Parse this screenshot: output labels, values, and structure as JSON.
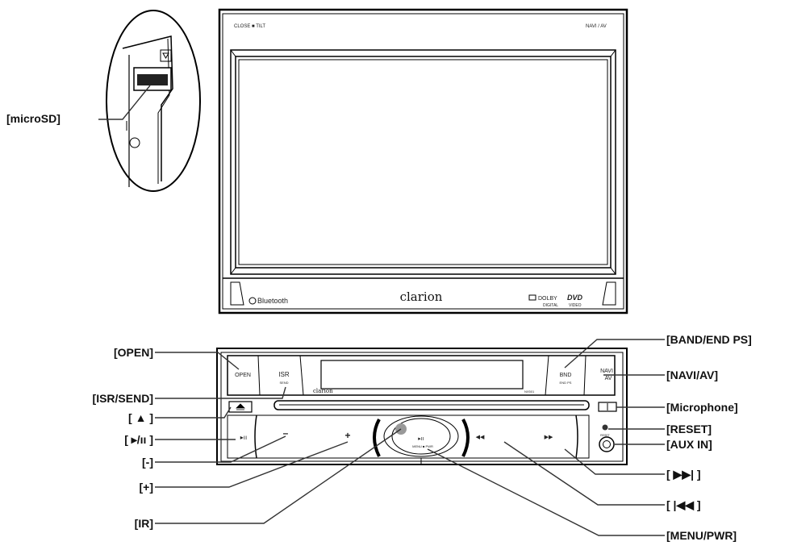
{
  "callouts": {
    "microsd": "[microSD]",
    "open": "[OPEN]",
    "isr_send": "[ISR/SEND]",
    "eject": "[ ▲ ]",
    "play_pause": "[ ▸/ıı ]",
    "minus": "[-]",
    "plus": "[+]",
    "ir": "[IR]",
    "band_end_ps": "[BAND/END PS]",
    "navi_av": "[NAVI/AV]",
    "microphone": "[Microphone]",
    "reset": "[RESET]",
    "aux_in": "[AUX IN]",
    "next_track": "[ ▶▶| ]",
    "prev_track": "[ |◀◀ ]",
    "menu_pwr": "[MENU/PWR]"
  },
  "monitor": {
    "close_tilt": "CLOSE ■ TILT",
    "navi_av": "NAVI / AV",
    "bluetooth": "Bluetooth",
    "brand": "clarion",
    "dolby_line1": "DOLBY",
    "dolby_line2": "DIGITAL",
    "dvd": "DVD",
    "dvd_sub": "VIDEO"
  },
  "panel": {
    "open": "OPEN",
    "isr": "ISR",
    "isr_sub": "SEND",
    "brand": "clarion",
    "model": "NX501",
    "bnd": "BND",
    "bnd_sub": "END PS",
    "navi": "NAVI",
    "av": "AV",
    "play_pause": "▸ıı",
    "minus": "–",
    "plus": "+",
    "center_icon": "▸ıı",
    "menu_pwr": "MENU ■ PWR",
    "prev": "◀◀",
    "next": "▶▶",
    "reset": "RESET"
  }
}
